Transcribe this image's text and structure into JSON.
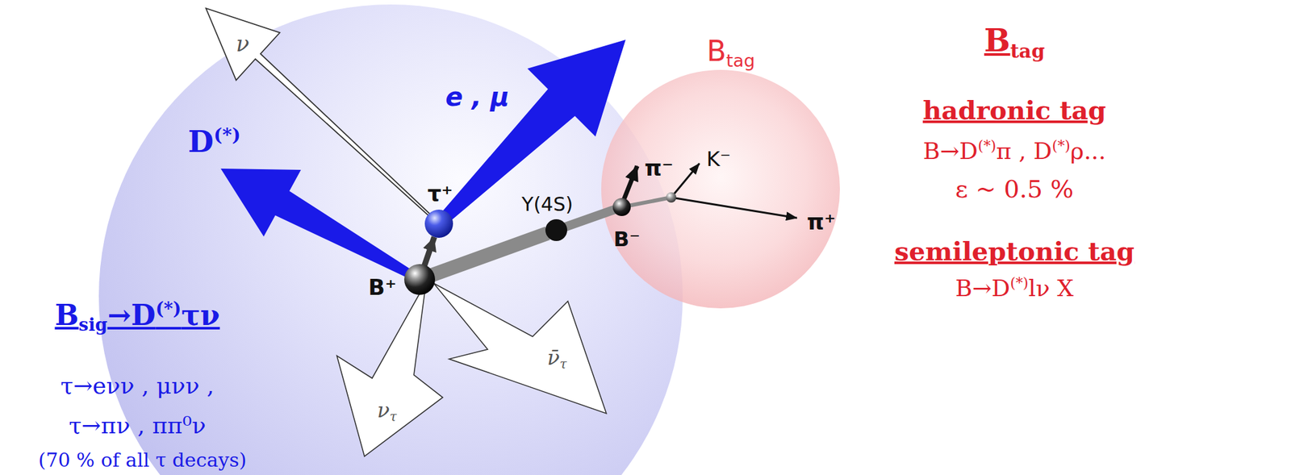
{
  "diagram": {
    "nodes": [
      {
        "text": [
          "Btag"
        ]
      },
      {
        "text": [
          "B⁺"
        ]
      },
      {
        "text": [
          "τ⁺"
        ]
      },
      {
        "text": [
          "Y(4S)"
        ]
      },
      {
        "text": [
          "B⁻"
        ],
        "in": 0
      }
    ],
    "edges": [
      {
        "from": 1,
        "to": 2,
        "arrow": "to"
      },
      {
        "from": 1,
        "to": 3,
        "arrow": "none"
      },
      {
        "from": 3,
        "to": 4,
        "arrow": "none"
      }
    ],
    "labels": [
      "D(*)",
      "e , μ",
      "ν",
      "ντ",
      "ν̄τ",
      "π⁻",
      "K⁻",
      "π⁺",
      "Btag",
      "hadronic tag",
      "B→D(*)π , D(*)ρ...",
      "ε ~ 0.5 %",
      "semileptonic tag",
      "B→D(*)lν X",
      "Bsig→D(*)τν",
      "τ→eνν , μνν ,",
      "τ→πν , ππ⁰ν",
      "(70 % of all τ decays)"
    ]
  }
}
